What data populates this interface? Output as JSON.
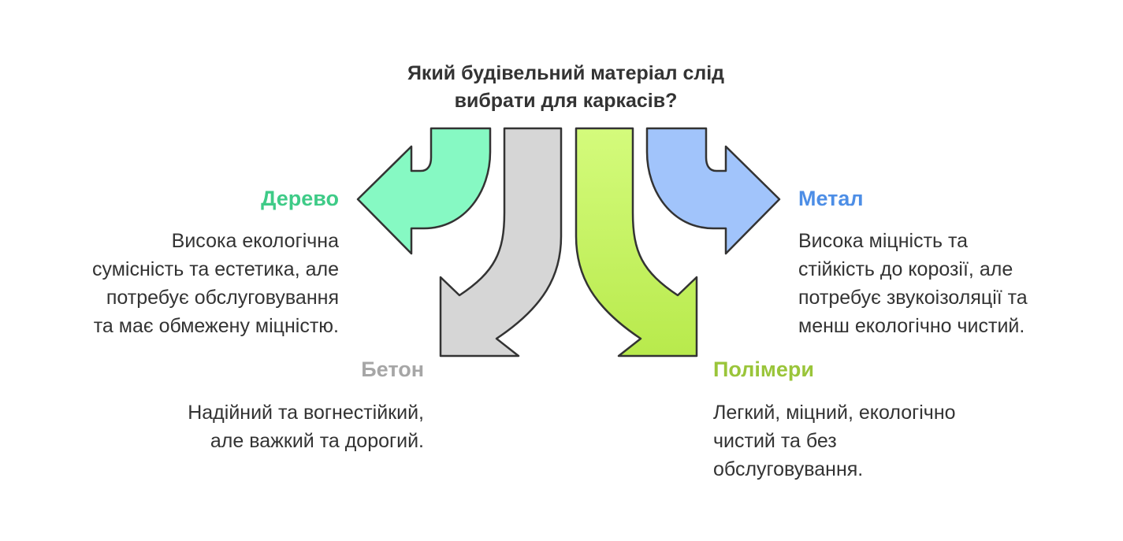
{
  "title": [
    "Який будівельний матеріал слід",
    "вибрати для каркасів?"
  ],
  "options": {
    "wood": {
      "heading": "Дерево",
      "color": "#3ecb87",
      "fill": "#86f9c3",
      "lines": [
        "Висока екологічна",
        "сумісність та естетика, але",
        "потребує обслуговування",
        "та має обмежену міцністю."
      ]
    },
    "concrete": {
      "heading": "Бетон",
      "color": "#a6a6a6",
      "fill": "#d6d6d6",
      "lines": [
        "Надійний та вогнестійкий,",
        "але важкий та дорогий."
      ]
    },
    "polymers": {
      "heading": "Полімери",
      "color": "#9ac53a",
      "fill_top": "#d4fb7c",
      "fill_bottom": "#b8ea4c",
      "lines": [
        "Легкий, міцний, екологічно",
        "чистий та без",
        "обслуговування."
      ]
    },
    "metal": {
      "heading": "Метал",
      "color": "#4d8ee6",
      "fill": "#a1c4fb",
      "lines": [
        "Висока міцність та",
        "стійкість до корозії, але",
        "потребує звукоізоляції та",
        "менш екологічно чистий."
      ]
    }
  }
}
